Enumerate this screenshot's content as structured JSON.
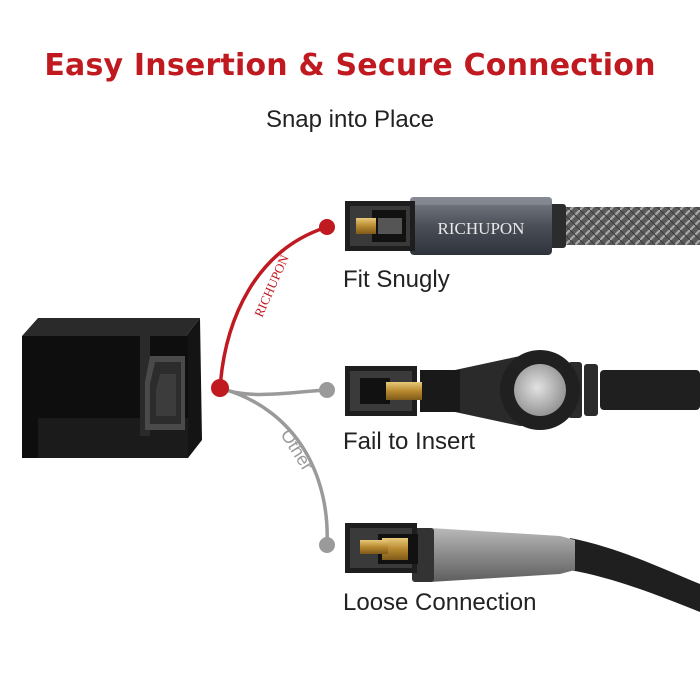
{
  "header": {
    "title": "Easy Insertion & Secure Connection",
    "subtitle": "Snap into Place"
  },
  "branches": {
    "upper_tag": "RICHUPON",
    "lower_tag": "Other"
  },
  "cables": [
    {
      "label": "Fit Snugly",
      "brand": "RICHUPON",
      "status_color": "#c0191f"
    },
    {
      "label": "Fail to Insert",
      "status_color": "#9a9a9a"
    },
    {
      "label": "Loose Connection",
      "status_color": "#9a9a9a"
    }
  ],
  "colors": {
    "accent": "#c0191f",
    "neutral": "#9a9a9a"
  }
}
